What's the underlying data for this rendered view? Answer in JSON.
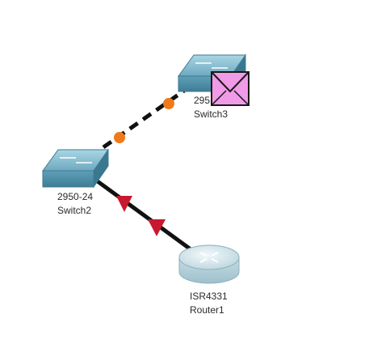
{
  "devices": {
    "switch3": {
      "model": "295",
      "name": "Switch3",
      "icon": "switch-icon"
    },
    "switch2": {
      "model": "2950-24",
      "name": "Switch2",
      "icon": "switch-icon"
    },
    "router1": {
      "model": "ISR4331",
      "name": "Router1",
      "icon": "router-icon"
    }
  },
  "links": [
    {
      "from": "Switch2",
      "to": "Switch3",
      "style": "dashed",
      "end_indicator": "orange-circle",
      "indicator_color": "#f07a1a"
    },
    {
      "from": "Switch2",
      "to": "Router1",
      "style": "solid",
      "end_indicator": "red-triangle",
      "indicator_color": "#c8182f"
    }
  ],
  "pdu": {
    "icon": "envelope-icon",
    "color": "#f19ae8"
  },
  "colors": {
    "switch_top": "#7fb8cc",
    "switch_side": "#4a8ea7",
    "router_body": "#cfe3ea",
    "link": "#111111"
  }
}
